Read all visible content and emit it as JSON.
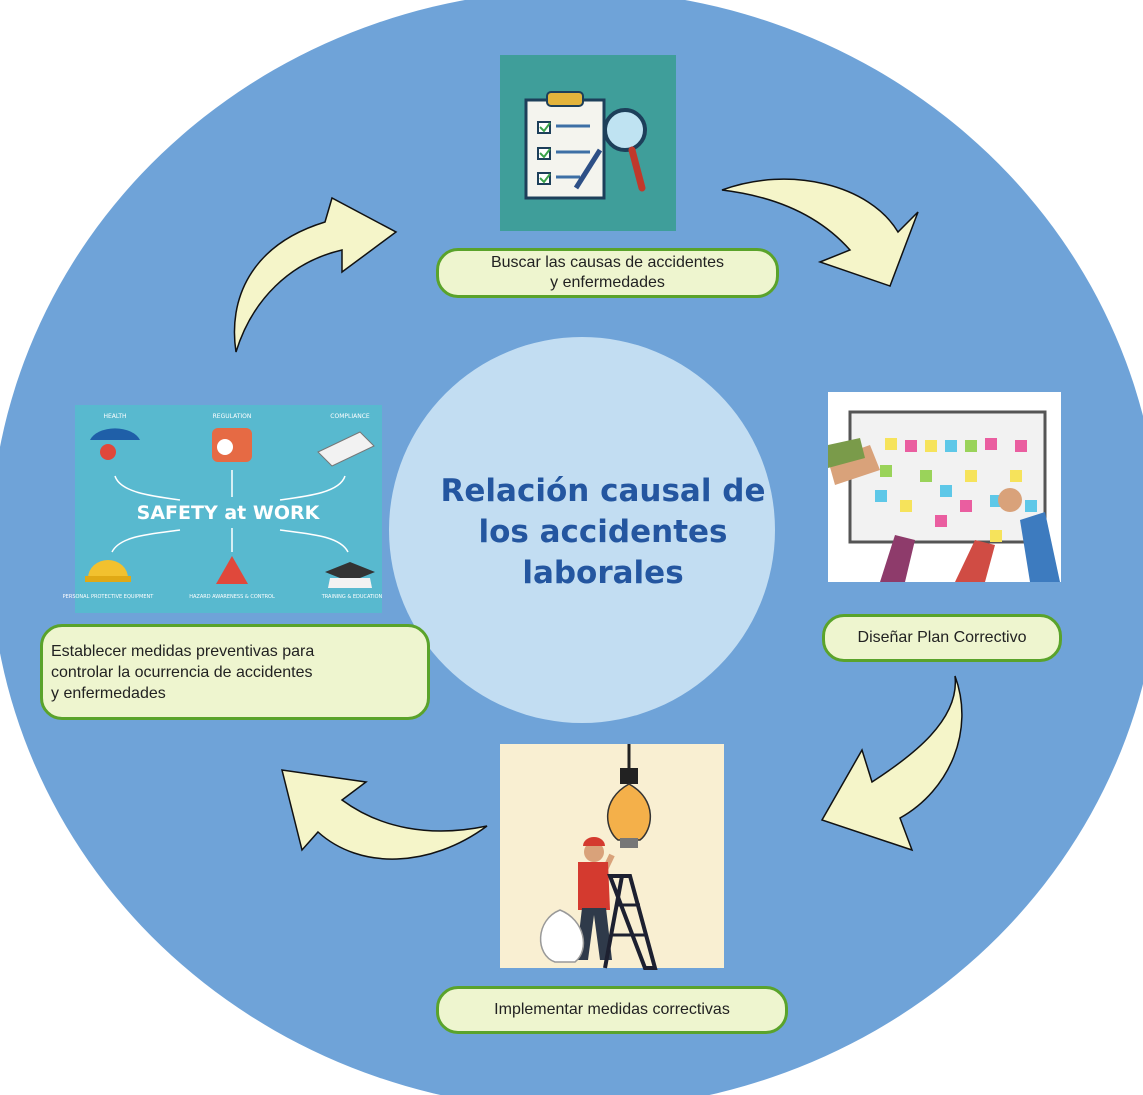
{
  "center": {
    "title": "Relación causal de\nlos accidentes\nlaborales"
  },
  "steps": {
    "top": {
      "label": "Buscar las causas de accidentes\ny enfermedades"
    },
    "right": {
      "label": "Diseñar Plan Correctivo"
    },
    "bottom": {
      "label": "Implementar  medidas correctivas"
    },
    "left": {
      "label": "Establecer medidas preventivas para\ncontrolar la ocurrencia de accidentes\ny enfermedades"
    }
  },
  "safety_image": {
    "headline": "SAFETY at WORK",
    "top_labels": [
      "HEALTH",
      "REGULATION",
      "COMPLIANCE"
    ],
    "bottom_labels": [
      "PERSONAL PROTECTIVE EQUIPMENT",
      "HAZARD AWARENESS & CONTROL",
      "TRAINING & EDUCATION"
    ]
  },
  "colors": {
    "outer_circle": "#6fa3d8",
    "inner_circle": "#c2ddf2",
    "label_fill": "#eef5cf",
    "label_border": "#5aa32b",
    "arrow_fill": "#f5f5c9",
    "title": "#2456a0"
  }
}
